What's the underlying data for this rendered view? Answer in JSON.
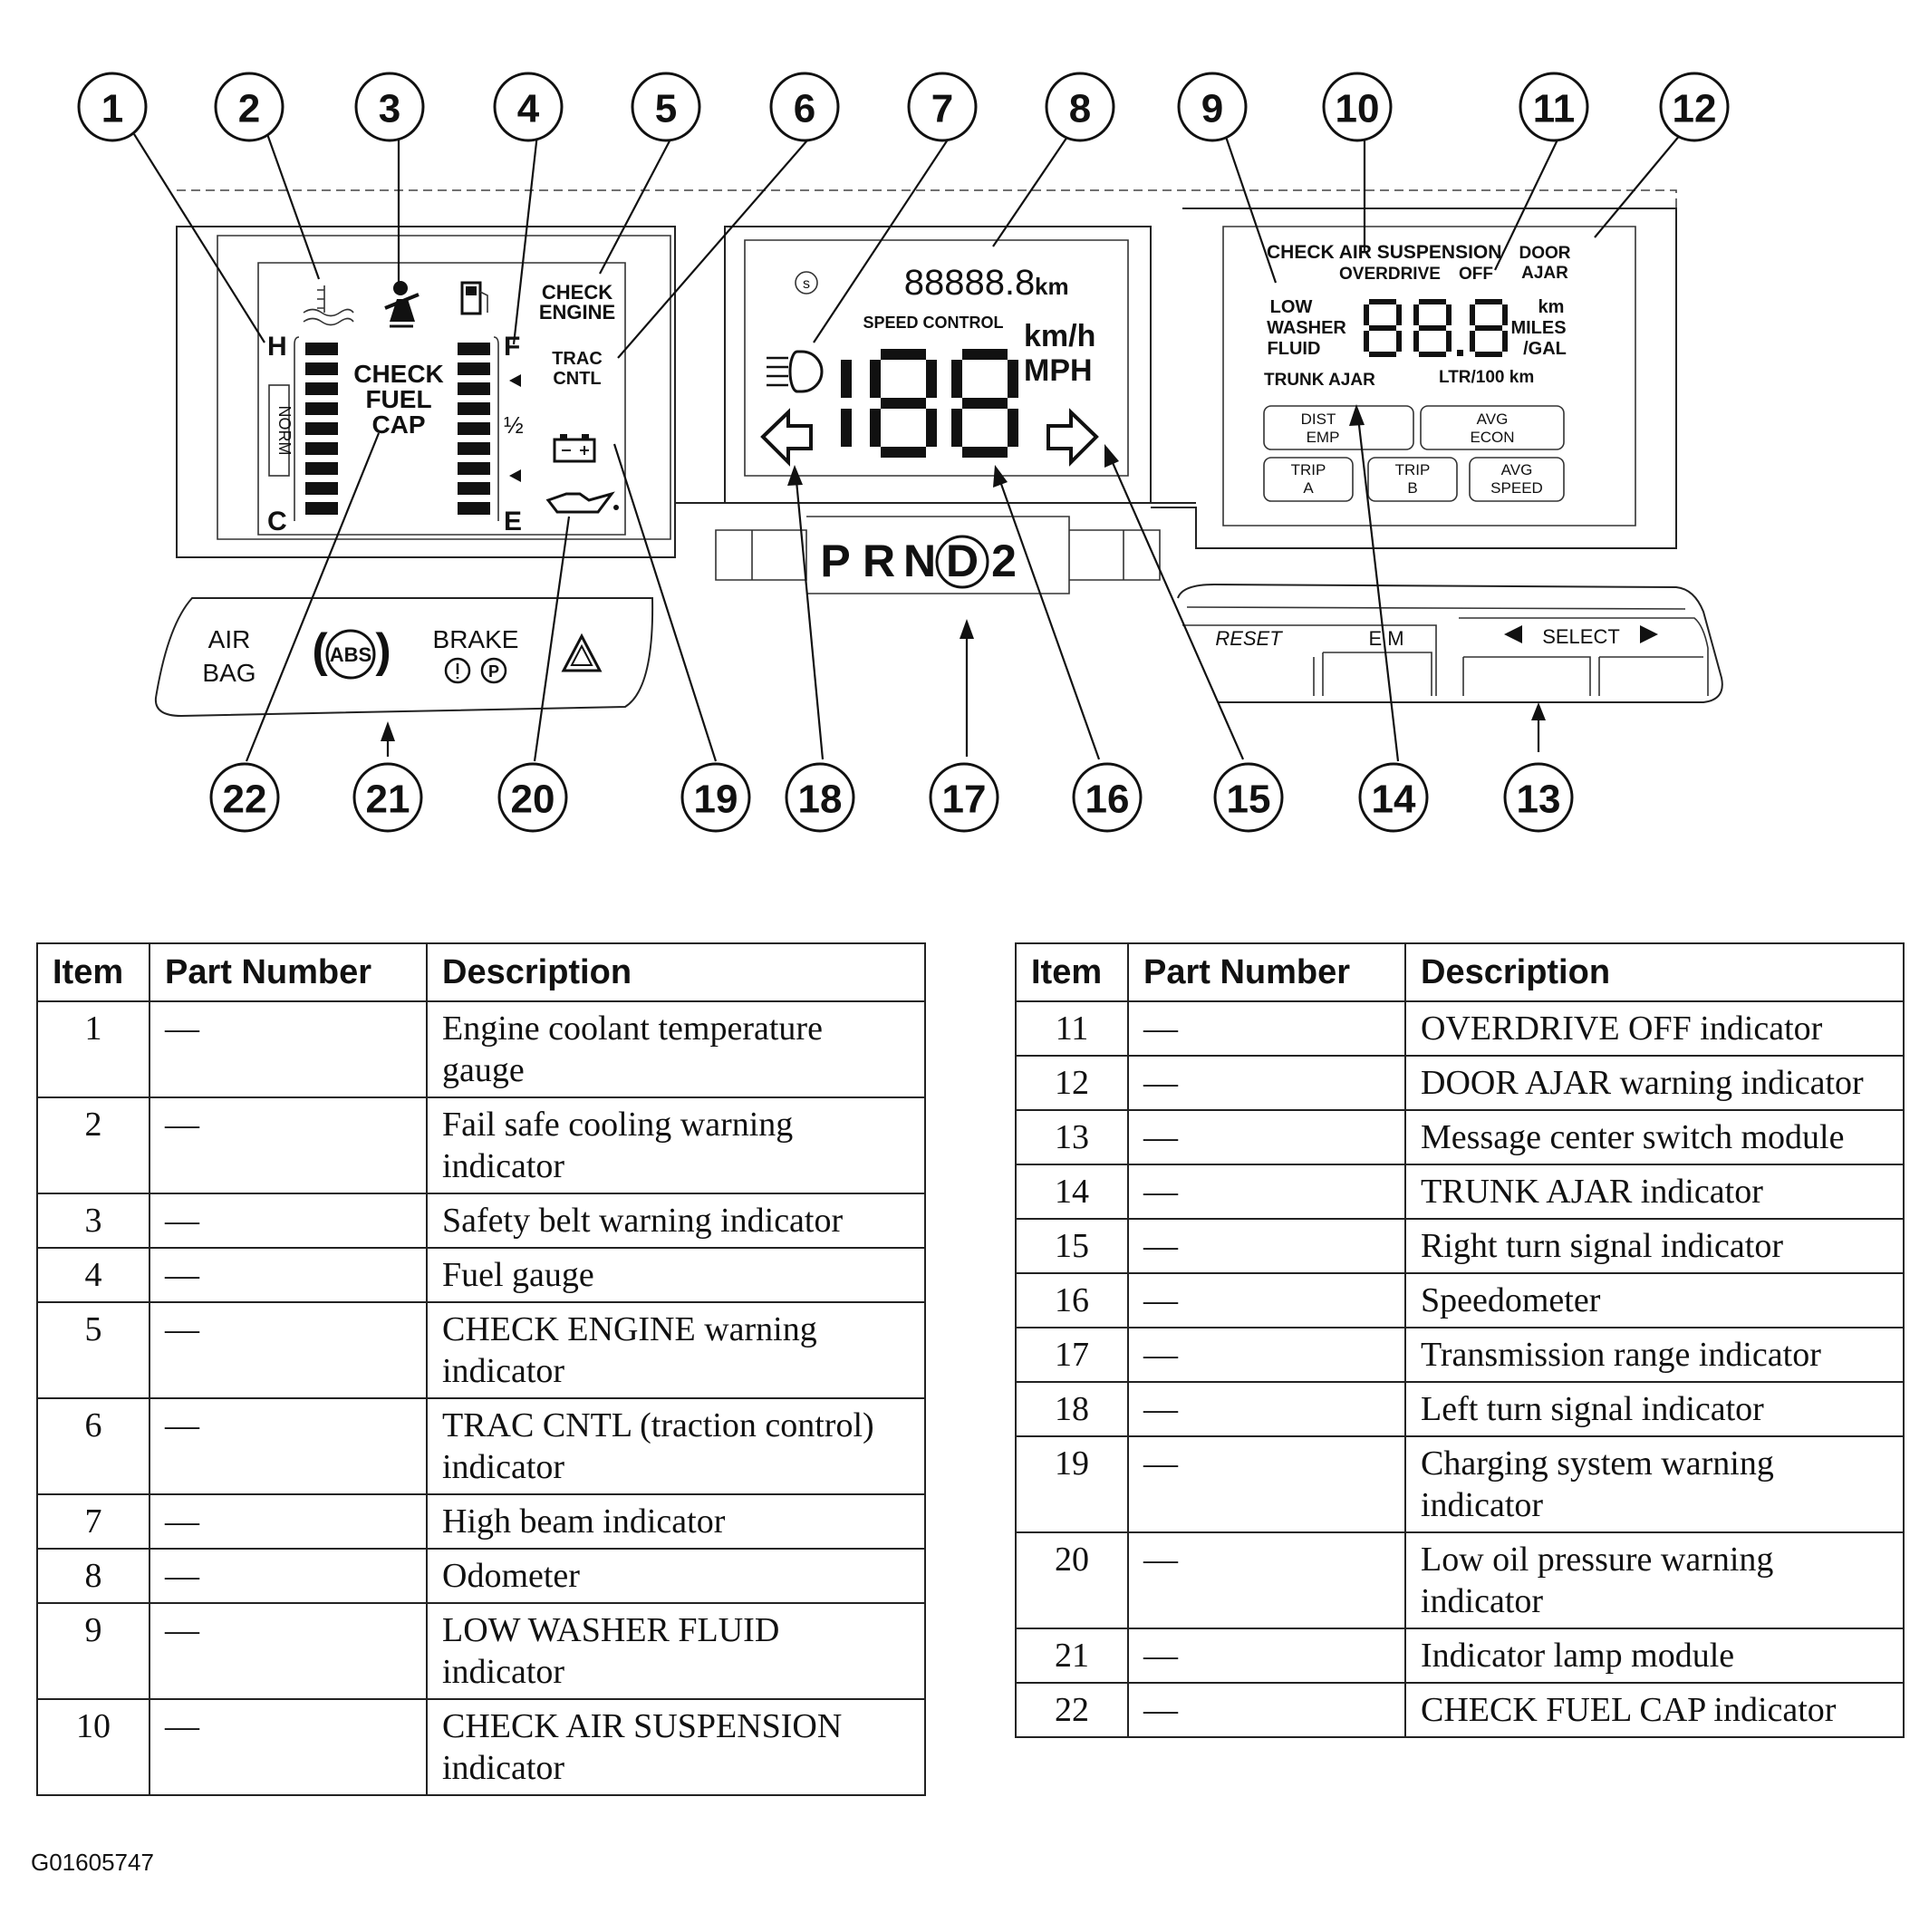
{
  "callouts": [
    "1",
    "2",
    "3",
    "4",
    "5",
    "6",
    "7",
    "8",
    "9",
    "10",
    "11",
    "12",
    "13",
    "14",
    "15",
    "16",
    "17",
    "18",
    "19",
    "20",
    "21",
    "22"
  ],
  "cluster": {
    "temp_gauge": {
      "hot": "H",
      "norm": "NORM",
      "cold": "C"
    },
    "check_fuel_cap": [
      "CHECK",
      "FUEL",
      "CAP"
    ],
    "fuel_gauge": {
      "full": "F",
      "half": "½",
      "empty": "E"
    },
    "check_engine": [
      "CHECK",
      "ENGINE"
    ],
    "trac_cntl": [
      "TRAC",
      "CNTL"
    ],
    "odometer": {
      "value": "88888.8",
      "unit": "km"
    },
    "speed_control": "SPEED CONTROL",
    "speed_units": [
      "km/h",
      "MPH"
    ],
    "prnd": [
      "P",
      "R",
      "N",
      "D",
      "2"
    ],
    "message_center": {
      "check_air_suspension": "CHECK AIR SUSPENSION",
      "overdrive_off": [
        "OVERDRIVE",
        "OFF"
      ],
      "door_ajar": [
        "DOOR",
        "AJAR"
      ],
      "low_washer_fluid": [
        "LOW",
        "WASHER",
        "FLUID"
      ],
      "units": [
        "km",
        "MILES",
        "/GAL"
      ],
      "trunk_ajar": "TRUNK AJAR",
      "ltr": "LTR/100 km",
      "buttons": [
        [
          "DIST",
          "EMP"
        ],
        [
          "AVG",
          "ECON"
        ],
        [
          "TRIP",
          "A"
        ],
        [
          "TRIP",
          "B"
        ],
        [
          "AVG",
          "SPEED"
        ]
      ]
    },
    "lamp_module": {
      "air_bag": [
        "AIR",
        "BAG"
      ],
      "abs": "ABS",
      "brake": "BRAKE"
    },
    "switch_module": {
      "reset": "RESET",
      "em": "E M",
      "select": "SELECT"
    }
  },
  "table_headers": {
    "item": "Item",
    "part": "Part Number",
    "desc": "Description"
  },
  "table_left": [
    {
      "item": "1",
      "part": "—",
      "desc": "Engine coolant temperature gauge"
    },
    {
      "item": "2",
      "part": "—",
      "desc": "Fail safe cooling warning indicator"
    },
    {
      "item": "3",
      "part": "—",
      "desc": "Safety belt warning indicator"
    },
    {
      "item": "4",
      "part": "—",
      "desc": "Fuel gauge"
    },
    {
      "item": "5",
      "part": "—",
      "desc": "CHECK ENGINE warning indicator"
    },
    {
      "item": "6",
      "part": "—",
      "desc": "TRAC CNTL (traction control) indicator"
    },
    {
      "item": "7",
      "part": "—",
      "desc": "High beam indicator"
    },
    {
      "item": "8",
      "part": "—",
      "desc": "Odometer"
    },
    {
      "item": "9",
      "part": "—",
      "desc": "LOW WASHER FLUID indicator"
    },
    {
      "item": "10",
      "part": "—",
      "desc": "CHECK AIR SUSPENSION indicator"
    }
  ],
  "table_right": [
    {
      "item": "11",
      "part": "—",
      "desc": "OVERDRIVE OFF indicator"
    },
    {
      "item": "12",
      "part": "—",
      "desc": "DOOR AJAR warning indicator"
    },
    {
      "item": "13",
      "part": "—",
      "desc": "Message center switch module"
    },
    {
      "item": "14",
      "part": "—",
      "desc": "TRUNK AJAR indicator"
    },
    {
      "item": "15",
      "part": "—",
      "desc": "Right turn signal indicator"
    },
    {
      "item": "16",
      "part": "—",
      "desc": "Speedometer"
    },
    {
      "item": "17",
      "part": "—",
      "desc": "Transmission range indicator"
    },
    {
      "item": "18",
      "part": "—",
      "desc": "Left turn signal indicator"
    },
    {
      "item": "19",
      "part": "—",
      "desc": "Charging system warning indicator"
    },
    {
      "item": "20",
      "part": "—",
      "desc": "Low oil pressure warning indicator"
    },
    {
      "item": "21",
      "part": "—",
      "desc": "Indicator lamp module"
    },
    {
      "item": "22",
      "part": "—",
      "desc": "CHECK FUEL CAP indicator"
    }
  ],
  "figure_id": "G01605747"
}
